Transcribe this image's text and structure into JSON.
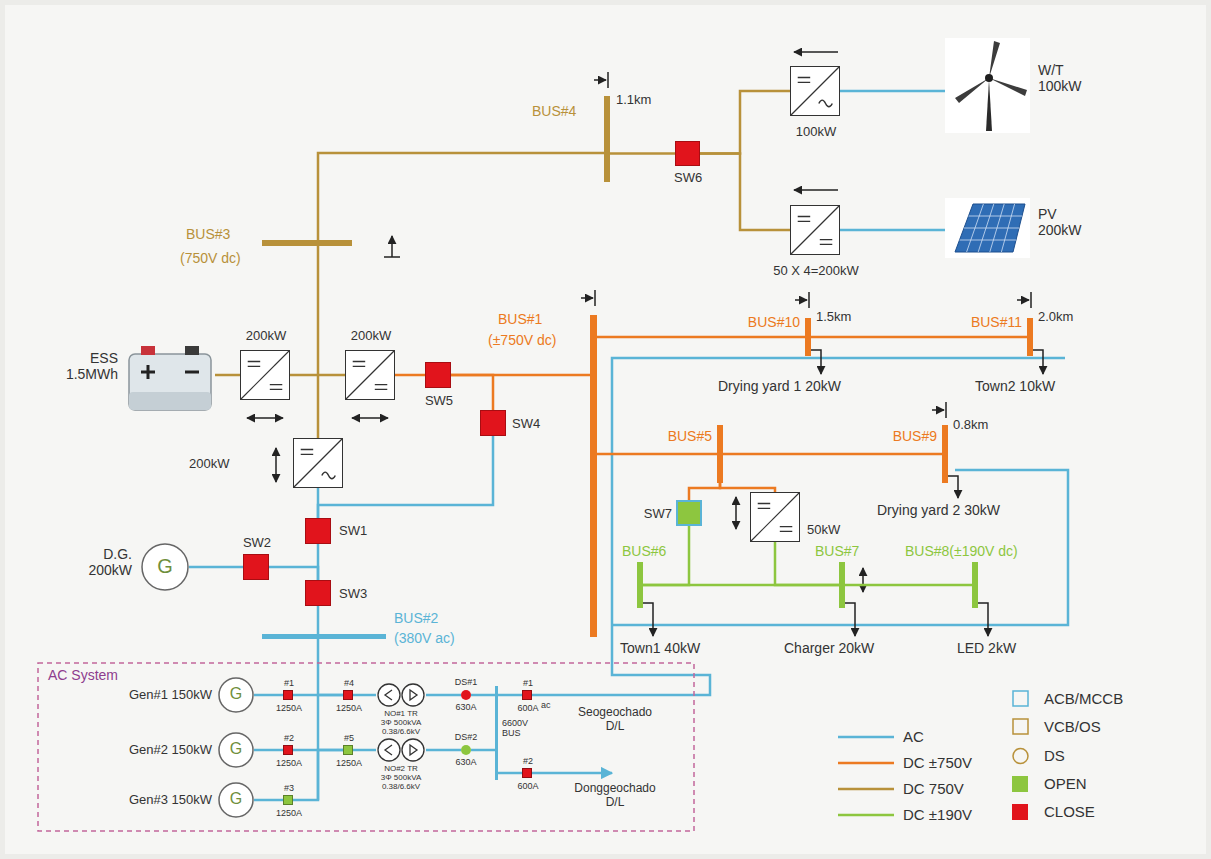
{
  "diagram": {
    "nodes": [
      {
        "text": [
          "BUS#4",
          "1.1km"
        ]
      },
      {
        "text": [
          "SW6"
        ]
      },
      {
        "text": [
          "100kW"
        ]
      },
      {
        "text": [
          "W/T 100kW"
        ]
      },
      {
        "text": [
          "50 X 4=200kW"
        ]
      },
      {
        "text": [
          "PV 200kW"
        ]
      },
      {
        "text": [
          "BUS#3",
          "(750V dc)"
        ]
      },
      {
        "text": [
          "ESS 1.5MWh"
        ]
      },
      {
        "text": [
          "200kW"
        ]
      },
      {
        "text": [
          "200kW"
        ]
      },
      {
        "text": [
          "SW5"
        ]
      },
      {
        "text": [
          "SW4"
        ]
      },
      {
        "text": [
          "BUS#1",
          "(±750V dc)"
        ]
      },
      {
        "text": [
          "BUS#10",
          "1.5km"
        ]
      },
      {
        "text": [
          "BUS#11",
          "2.0km"
        ]
      },
      {
        "text": [
          "BUS#5"
        ]
      },
      {
        "text": [
          "BUS#9",
          "0.8km"
        ]
      },
      {
        "text": [
          "200kW"
        ]
      },
      {
        "text": [
          "SW1"
        ]
      },
      {
        "text": [
          "G",
          "D.G. 200kW"
        ]
      },
      {
        "text": [
          "SW2"
        ]
      },
      {
        "text": [
          "SW3"
        ]
      },
      {
        "text": [
          "BUS#2",
          "(380V ac)"
        ]
      },
      {
        "text": [
          "SW7"
        ]
      },
      {
        "text": [
          "50kW"
        ]
      },
      {
        "text": [
          "BUS#6"
        ]
      },
      {
        "text": [
          "BUS#7"
        ]
      },
      {
        "text": [
          "BUS#8(±190V dc)"
        ]
      },
      {
        "text": [
          "AC System"
        ]
      },
      {
        "text": [
          "G",
          "Gen#1 150kW"
        ],
        "in": 28
      },
      {
        "text": [
          "G",
          "Gen#2 150kW"
        ],
        "in": 28
      },
      {
        "text": [
          "G",
          "Gen#3 150kW"
        ],
        "in": 28
      },
      {
        "text": [
          "#1",
          "1250A"
        ],
        "in": 28
      },
      {
        "text": [
          "#2",
          "1250A"
        ],
        "in": 28
      },
      {
        "text": [
          "#3",
          "1250A"
        ],
        "in": 28
      },
      {
        "text": [
          "#4",
          "1250A"
        ],
        "in": 28
      },
      {
        "text": [
          "#5",
          "1250A"
        ],
        "in": 28
      },
      {
        "text": [
          "NO#1 TR 3Φ 500kVA 0.38/6.6kV"
        ],
        "in": 28
      },
      {
        "text": [
          "NO#2 TR 3Φ 500kVA 0.38/6.6kV"
        ],
        "in": 28
      },
      {
        "text": [
          "DS#1",
          "630A"
        ],
        "in": 28
      },
      {
        "text": [
          "DS#2",
          "630A"
        ],
        "in": 28
      },
      {
        "text": [
          "6600V BUS"
        ],
        "in": 28
      },
      {
        "text": [
          "#1",
          "600A"
        ],
        "in": 28
      },
      {
        "text": [
          "#2",
          "600A"
        ],
        "in": 28
      }
    ],
    "edges": [
      {
        "from": 6,
        "to": 0,
        "arrow": "none"
      },
      {
        "from": 0,
        "to": 1,
        "arrow": "none"
      },
      {
        "from": 1,
        "to": 2,
        "arrow": "none"
      },
      {
        "from": 1,
        "to": 4,
        "arrow": "none"
      },
      {
        "from": 2,
        "to": 3,
        "arrow": "none"
      },
      {
        "from": 4,
        "to": 5,
        "arrow": "none"
      },
      {
        "from": 7,
        "to": 8,
        "arrow": "none"
      },
      {
        "from": 8,
        "to": 9,
        "arrow": "none"
      },
      {
        "from": 6,
        "to": 17,
        "arrow": "none"
      },
      {
        "from": 9,
        "to": 10,
        "arrow": "none"
      },
      {
        "from": 10,
        "to": 12,
        "arrow": "none"
      },
      {
        "from": 10,
        "to": 11,
        "arrow": "none"
      },
      {
        "from": 11,
        "to": 18,
        "arrow": "none"
      },
      {
        "from": 17,
        "to": 18,
        "arrow": "none"
      },
      {
        "from": 18,
        "to": 21,
        "arrow": "none"
      },
      {
        "from": 19,
        "to": 20,
        "arrow": "none"
      },
      {
        "from": 20,
        "to": 21,
        "arrow": "none"
      },
      {
        "from": 21,
        "to": 22,
        "arrow": "none"
      },
      {
        "from": 12,
        "to": 13,
        "arrow": "none"
      },
      {
        "from": 13,
        "to": 14,
        "arrow": "none"
      },
      {
        "from": 12,
        "to": 15,
        "arrow": "none"
      },
      {
        "from": 15,
        "to": 16,
        "arrow": "none"
      },
      {
        "from": 15,
        "to": 23,
        "arrow": "none"
      },
      {
        "from": 15,
        "to": 24,
        "arrow": "none"
      },
      {
        "from": 23,
        "to": 25,
        "arrow": "none"
      },
      {
        "from": 24,
        "to": 26,
        "arrow": "none"
      },
      {
        "from": 25,
        "to": 26,
        "arrow": "none"
      },
      {
        "from": 26,
        "to": 27,
        "arrow": "none"
      },
      {
        "from": 22,
        "to": 35,
        "arrow": "none"
      },
      {
        "from": 29,
        "to": 32,
        "arrow": "none"
      },
      {
        "from": 30,
        "to": 33,
        "arrow": "none"
      },
      {
        "from": 31,
        "to": 34,
        "arrow": "none"
      },
      {
        "from": 32,
        "to": 35,
        "arrow": "none"
      },
      {
        "from": 33,
        "to": 36,
        "arrow": "none"
      },
      {
        "from": 34,
        "to": 36,
        "arrow": "none"
      },
      {
        "from": 35,
        "to": 37,
        "arrow": "none"
      },
      {
        "from": 36,
        "to": 38,
        "arrow": "none"
      },
      {
        "from": 37,
        "to": 39,
        "arrow": "none"
      },
      {
        "from": 38,
        "to": 40,
        "arrow": "none"
      },
      {
        "from": 39,
        "to": 41,
        "arrow": "none"
      },
      {
        "from": 40,
        "to": 41,
        "arrow": "none"
      },
      {
        "from": 41,
        "to": 42,
        "arrow": "none"
      },
      {
        "from": 41,
        "to": 43,
        "arrow": "none"
      }
    ],
    "labels": [
      "Drying yard 1 20kW",
      "Town2 10kW",
      "Drying yard 2 30kW",
      "Town1 40kW",
      "Charger 20kW",
      "LED 2kW",
      "ac",
      "Seogeochado D/L",
      "Donggeochado D/L"
    ],
    "legend": [
      {
        "text": "AC"
      },
      {
        "text": "DC ±750V"
      },
      {
        "text": "DC 750V"
      },
      {
        "text": "DC ±190V"
      },
      {
        "text": "ACB/MCCB"
      },
      {
        "text": "VCB/OS"
      },
      {
        "text": "DS"
      },
      {
        "text": "OPEN",
        "color": "#8dc63f"
      },
      {
        "text": "CLOSE",
        "color": "#e1141c"
      }
    ]
  }
}
